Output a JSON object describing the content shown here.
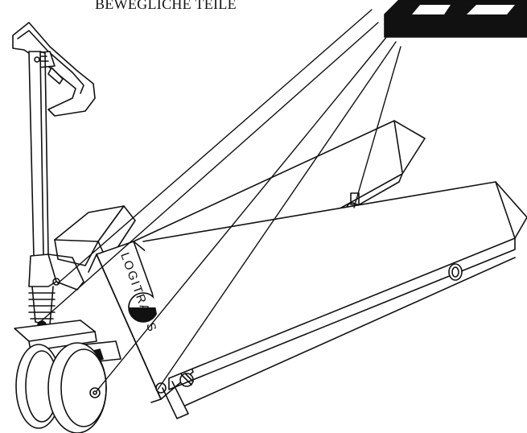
{
  "caption": {
    "text": "BEWEGLICHE TEILE"
  },
  "diagram": {
    "subject": "hand pallet truck",
    "brand_label": "LOGITRANS",
    "line_color": "#111111",
    "background": "#ffffff"
  }
}
